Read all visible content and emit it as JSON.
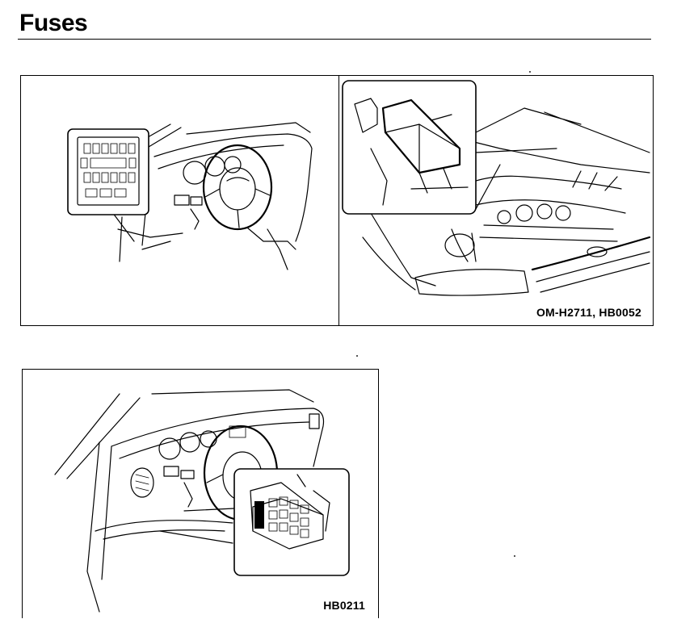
{
  "page": {
    "title": "Fuses"
  },
  "figures": {
    "top": {
      "caption": "OM-H2711, HB0052"
    },
    "bottom": {
      "caption": "HB0211"
    }
  }
}
